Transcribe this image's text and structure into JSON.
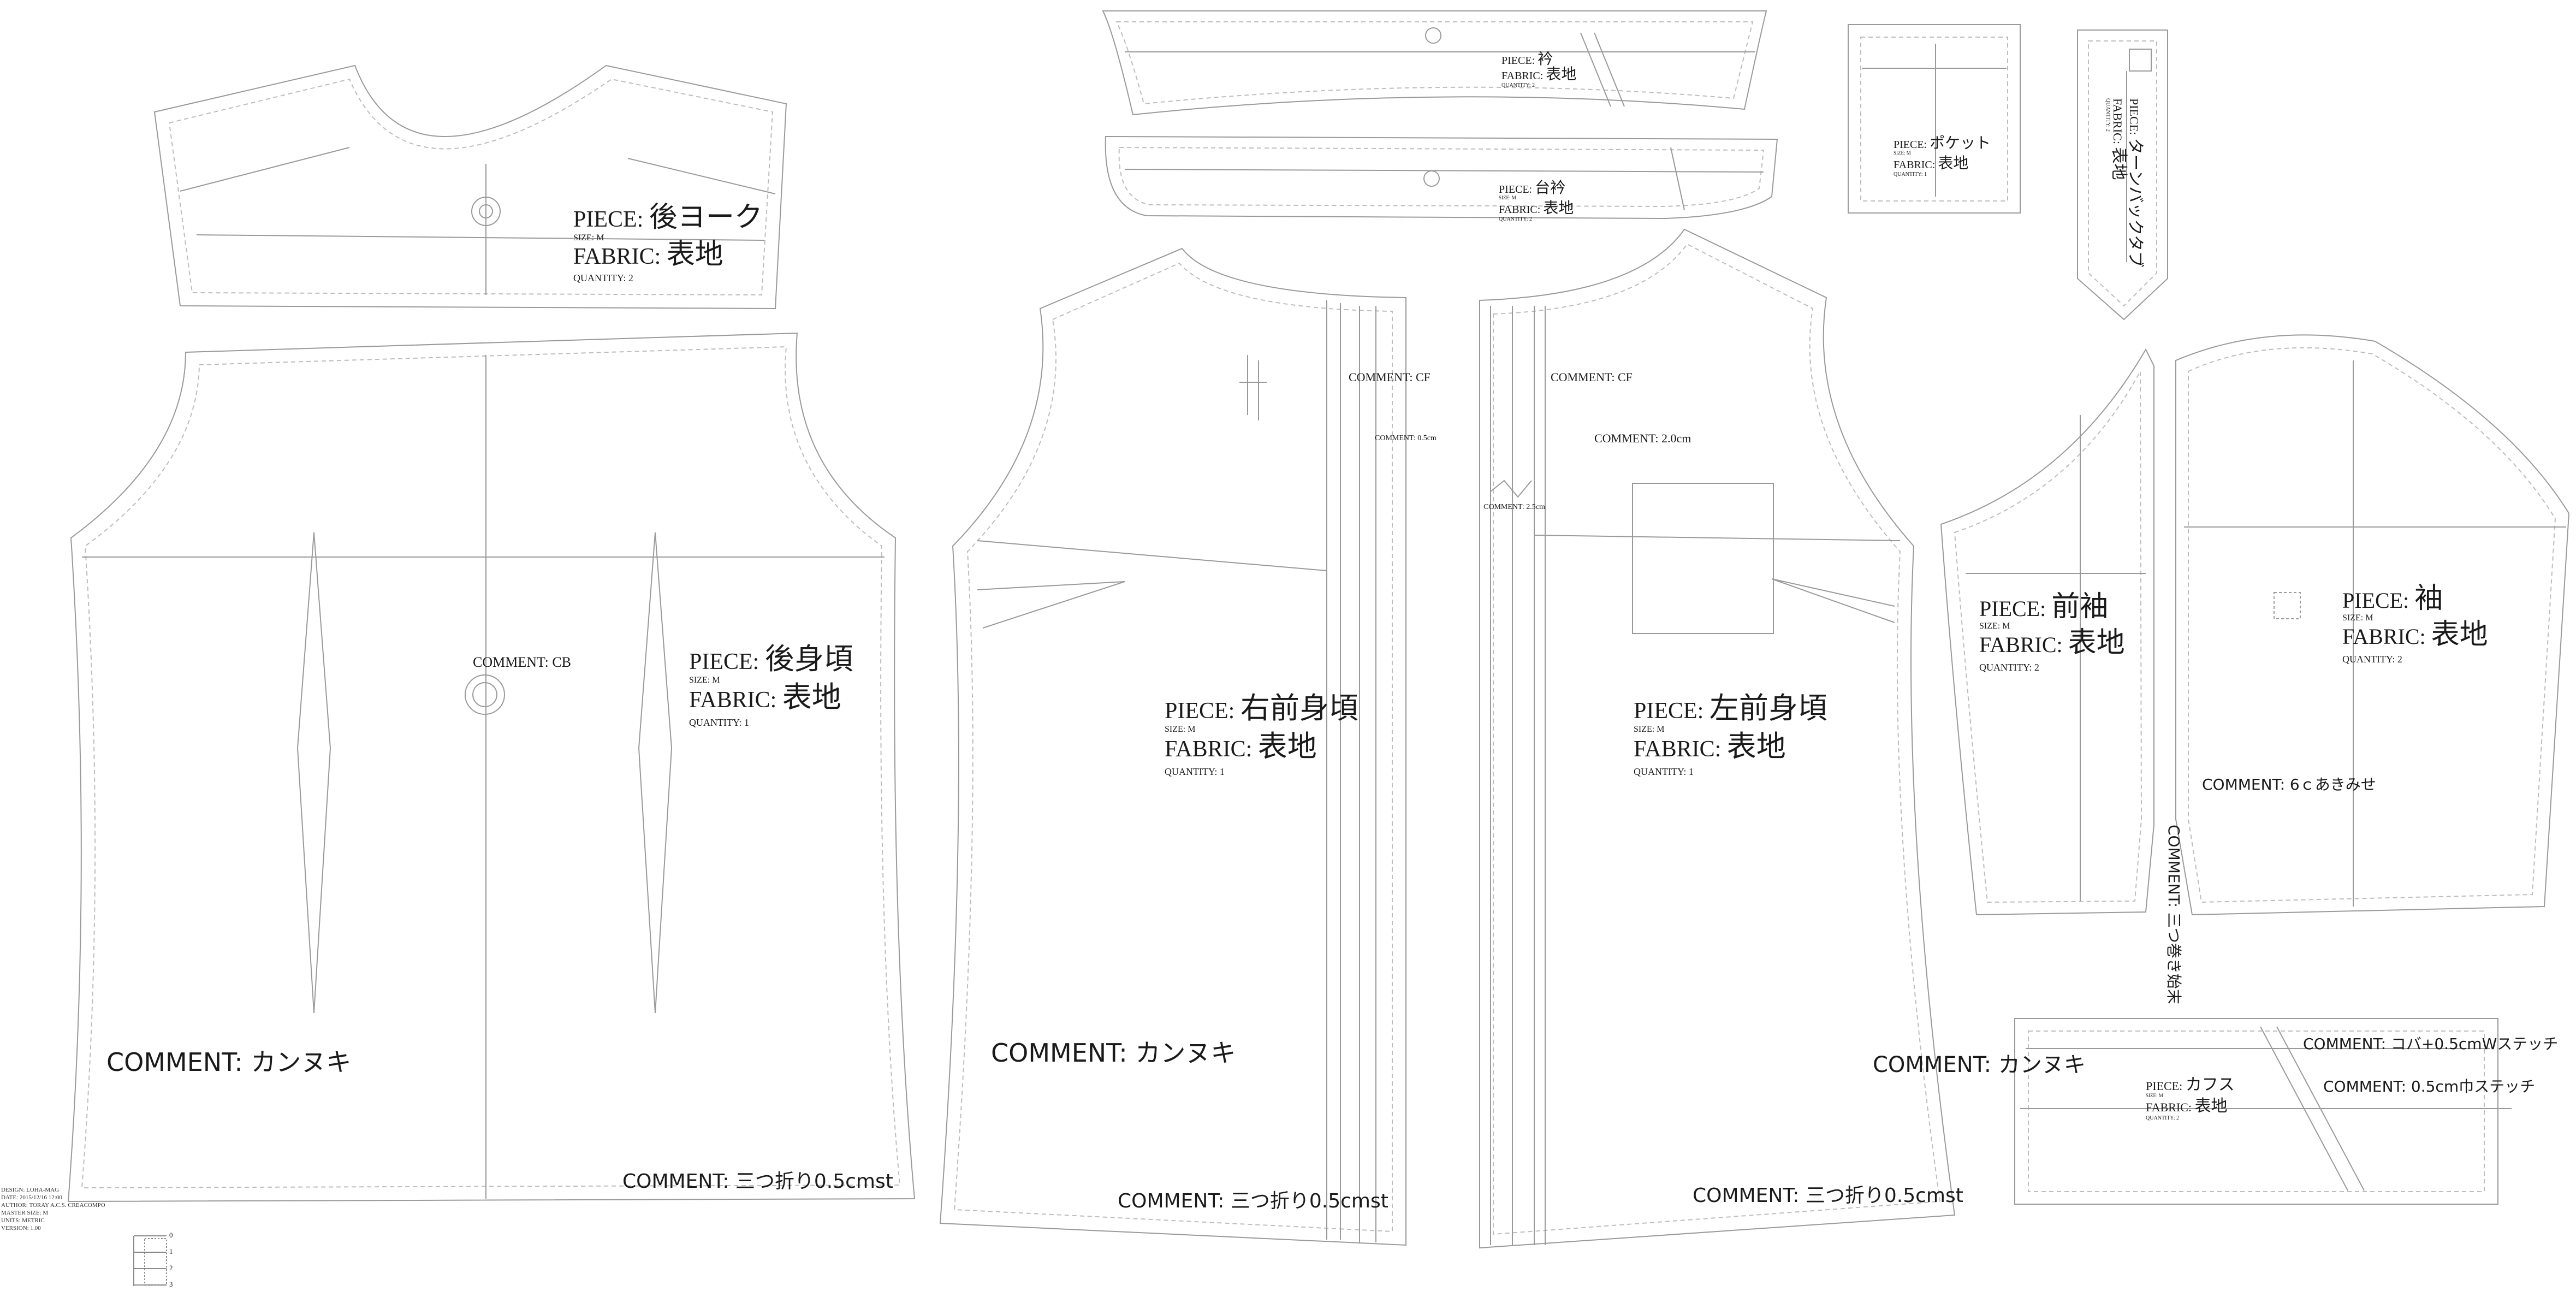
{
  "pieces": {
    "back_yoke": {
      "piece_label": "PIECE:",
      "piece_name": "後ヨーク",
      "size": "SIZE: M",
      "fabric_label": "FABRIC:",
      "fabric_name": "表地",
      "quantity": "QUANTITY: 2"
    },
    "back_body": {
      "piece_label": "PIECE:",
      "piece_name": "後身頃",
      "size": "SIZE: M",
      "fabric_label": "FABRIC:",
      "fabric_name": "表地",
      "quantity": "QUANTITY: 1",
      "comment_cb": "COMMENT: CB",
      "comment_bartack": "COMMENT: カンヌキ",
      "comment_hem": "COMMENT: 三つ折り0.5cmst"
    },
    "right_front": {
      "piece_label": "PIECE:",
      "piece_name": "右前身頃",
      "size": "SIZE: M",
      "fabric_label": "FABRIC:",
      "fabric_name": "表地",
      "quantity": "QUANTITY: 1",
      "comment_cf": "COMMENT: CF",
      "comment_05": "COMMENT: 0.5cm",
      "comment_bartack": "COMMENT: カンヌキ",
      "comment_hem": "COMMENT: 三つ折り0.5cmst"
    },
    "left_front": {
      "piece_label": "PIECE:",
      "piece_name": "左前身頃",
      "size": "SIZE: M",
      "fabric_label": "FABRIC:",
      "fabric_name": "表地",
      "quantity": "QUANTITY: 1",
      "comment_cf": "COMMENT: CF",
      "comment_20": "COMMENT: 2.0cm",
      "comment_25": "COMMENT: 2.5cm",
      "comment_bartack": "COMMENT: カンヌキ",
      "comment_hem": "COMMENT: 三つ折り0.5cmst"
    },
    "collar": {
      "piece_label": "PIECE:",
      "piece_name": "衿",
      "fabric_label": "FABRIC:",
      "fabric_name": "表地",
      "quantity": "QUANTITY: 2"
    },
    "collar_stand": {
      "piece_label": "PIECE:",
      "piece_name": "台衿",
      "size": "SIZE: M",
      "fabric_label": "FABRIC:",
      "fabric_name": "表地",
      "quantity": "QUANTITY: 2"
    },
    "pocket": {
      "piece_label": "PIECE:",
      "piece_name": "ポケット",
      "size": "SIZE: M",
      "fabric_label": "FABRIC:",
      "fabric_name": "表地",
      "quantity": "QUANTITY: 1"
    },
    "turn_back_tab": {
      "piece_label": "PIECE:",
      "piece_name": "ターンバックタブ",
      "fabric_label": "FABRIC:",
      "fabric_name": "表地",
      "quantity": "QUANTITY: 2"
    },
    "front_sleeve": {
      "piece_label": "PIECE:",
      "piece_name": "前袖",
      "size": "SIZE: M",
      "fabric_label": "FABRIC:",
      "fabric_name": "表地",
      "quantity": "QUANTITY: 2"
    },
    "sleeve": {
      "piece_label": "PIECE:",
      "piece_name": "袖",
      "size": "SIZE: M",
      "fabric_label": "FABRIC:",
      "fabric_name": "表地",
      "quantity": "QUANTITY: 2",
      "comment_opening": "COMMENT: 6ｃあきみせ",
      "comment_rolled": "COMMENT: 三つ巻き始末"
    },
    "cuff": {
      "piece_label": "PIECE:",
      "piece_name": "カフス",
      "size": "SIZE: M",
      "fabric_label": "FABRIC:",
      "fabric_name": "表地",
      "quantity": "QUANTITY: 2",
      "comment_edge": "COMMENT: コバ+0.5cmWステッチ",
      "comment_stitch": "COMMENT: 0.5cm巾ステッチ"
    }
  },
  "info_block": {
    "design": "DESIGN: LOHA-MAG",
    "date": "DATE: 2015/12/16 12:00",
    "author": "AUTHOR: TORAY A.C.S. CREACOMPO",
    "master_size": "MASTER SIZE: M",
    "units": "UNITS: METRIC",
    "version": "VERSION: 1.00"
  },
  "scale_labels": [
    "0",
    "1",
    "2",
    "3"
  ],
  "colors": {
    "line": "#9a9a9a",
    "seam": "#b8b8b8",
    "text": "#1a1a1a",
    "background": "#ffffff"
  }
}
